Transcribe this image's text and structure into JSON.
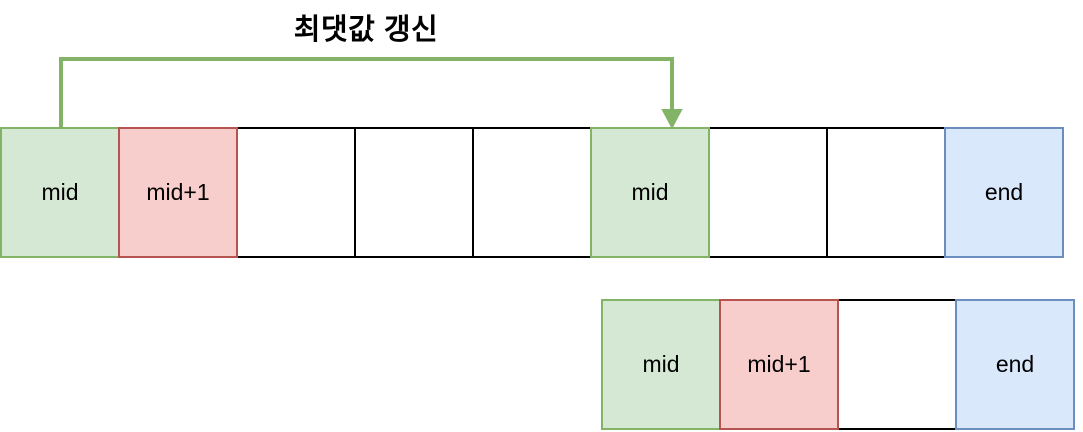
{
  "diagram": {
    "title": "최댓값 갱신",
    "colors": {
      "green_fill": "#d5e8d4",
      "green_stroke": "#82b366",
      "red_fill": "#f8cecc",
      "red_stroke": "#b85450",
      "blue_fill": "#dae8fc",
      "blue_stroke": "#6c8ebf",
      "plain_stroke": "#000000",
      "arrow_stroke": "#82b366"
    },
    "annotation": {
      "label": "최댓값 갱신",
      "arrow_name": "max-update-arrow",
      "from_cell_index": 0,
      "to_cell_index": 5
    },
    "rows": [
      {
        "name": "array-row-top",
        "cells": [
          {
            "label": "mid",
            "style": "green"
          },
          {
            "label": "mid+1",
            "style": "red"
          },
          {
            "label": "",
            "style": "plain"
          },
          {
            "label": "",
            "style": "plain"
          },
          {
            "label": "",
            "style": "plain"
          },
          {
            "label": "mid",
            "style": "green"
          },
          {
            "label": "",
            "style": "plain"
          },
          {
            "label": "",
            "style": "plain"
          },
          {
            "label": "end",
            "style": "blue"
          }
        ]
      },
      {
        "name": "array-row-bottom",
        "cells": [
          {
            "label": "mid",
            "style": "green"
          },
          {
            "label": "mid+1",
            "style": "red"
          },
          {
            "label": "",
            "style": "plain"
          },
          {
            "label": "end",
            "style": "blue"
          }
        ]
      }
    ]
  }
}
